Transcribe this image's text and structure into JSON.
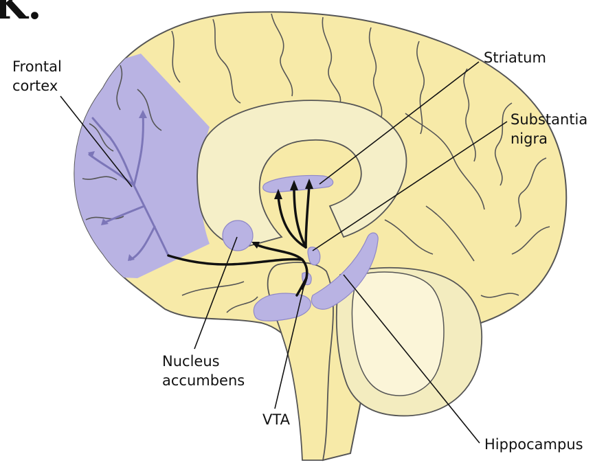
{
  "panel_letter": "K.",
  "labels": {
    "frontal_cortex": [
      "Frontal",
      "cortex"
    ],
    "striatum": "Striatum",
    "substantia_nigra": [
      "Substantia",
      "nigra"
    ],
    "nucleus_accumbens": [
      "Nucleus",
      "accumbens"
    ],
    "vta": "VTA",
    "hippocampus": "Hippocampus"
  },
  "colors": {
    "brain_fill": "#f7eaa8",
    "inner_fill": "#f5efc8",
    "cerebellum_fill": "#f3ecbf",
    "cerebellum_core": "#fbf5d8",
    "dopamine_region": "#b9b3e3",
    "outline": "#555555",
    "pathway": "#111111"
  }
}
